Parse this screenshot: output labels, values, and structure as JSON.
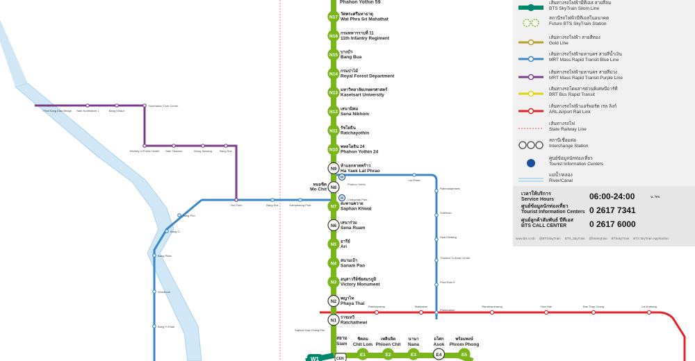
{
  "stations_n": [
    {
      "code": "N17",
      "th": "วัดพระศรีมหาธาตุ",
      "en": "Wat Phra Sri Mahathat"
    },
    {
      "code": "N16",
      "th": "กรมทหารราบที่ 11",
      "en": "11th Infantry Regiment"
    },
    {
      "code": "N15",
      "th": "บางบัว",
      "en": "Bang Bua"
    },
    {
      "code": "N14",
      "th": "กรมป่าไม้",
      "en": "Royal Forest Department"
    },
    {
      "code": "N13",
      "th": "มหาวิทยาลัยเกษตรศาสตร์",
      "en": "Kasetsart University"
    },
    {
      "code": "N12",
      "th": "เสนานิคม",
      "en": "Sena Nikhom"
    },
    {
      "code": "N11",
      "th": "รัชโยธิน",
      "en": "Ratchayothin"
    },
    {
      "code": "N10",
      "th": "พหลโยธิน 24",
      "en": "Phahon Yothin 24"
    },
    {
      "code": "N9",
      "th": "ห้าแยกลาดพร้าว",
      "en": "Ha Yaek Lat Phrao"
    },
    {
      "code": "N8",
      "th": "หมอชิต",
      "en": "Mo Chit"
    },
    {
      "code": "N7",
      "th": "สะพานควาย",
      "en": "Saphan Khwai"
    },
    {
      "code": "N6",
      "th": "เสนาร่วม",
      "en": "Sena Ruam"
    },
    {
      "code": "N5",
      "th": "อารีย์",
      "en": "Ari"
    },
    {
      "code": "N4",
      "th": "สนามเป้า",
      "en": "Sanam Pao"
    },
    {
      "code": "N3",
      "th": "อนุสาวรีย์ชัยสมรภูมิ",
      "en": "Victory Monument"
    },
    {
      "code": "N2",
      "th": "พญาไท",
      "en": "Phaya Thai"
    },
    {
      "code": "N1",
      "th": "ราชเทวี",
      "en": "Ratchathewi"
    }
  ],
  "top_partial_label": "Phahon Yothin 59",
  "stations_e": [
    {
      "code": "E1",
      "th": "ชิดลม",
      "en": "Chit Lom"
    },
    {
      "code": "E2",
      "th": "เพลินจิต",
      "en": "Phloen Chit"
    },
    {
      "code": "E3",
      "th": "นานา",
      "en": "Nana"
    },
    {
      "code": "E4",
      "th": "อโศก",
      "en": "Asok"
    },
    {
      "code": "E5",
      "th": "พร้อมพงษ์",
      "en": "Phrom Phong"
    }
  ],
  "siam": {
    "th": "สยาม",
    "en": "Siam",
    "code_w": "W1",
    "code_cen": "CEN"
  },
  "purple_stations": [
    "Yaek Nonthaburi 1",
    "Bang Krasor",
    "Nonthaburi Civic Center",
    "Ministry of Public Health",
    "Yaek Tiwanon",
    "Wong Sawang",
    "Bang Son",
    "Tao Poon"
  ],
  "purple_partial_left": "Phra Nang Klao Bridge",
  "blue_west_stations": [
    "Bang Pho",
    "Bang O",
    "Bang Phlat",
    "Sirindhorn",
    "Bang Yi Khan"
  ],
  "blue_east_stations": [
    "Bang Sue",
    "Kamphaeng Phet",
    "Chatuchak Park",
    "Phahon Yothin",
    "Lat Phrao",
    "Ratchadaphisek",
    "Sutthisan",
    "Huai Khwang",
    "Thailand Cultural Centre",
    "Phra Ram 9",
    "Phetchaburi"
  ],
  "arl_stations": [
    "Ratchaprarop",
    "Makkasan",
    "Ramkhamhaeng",
    "Hua Mak",
    "Ban Thap Chang",
    "Lat Krabang"
  ],
  "saphan_hua_chang": "Saphan Hua Chang Pier",
  "mrt_markers": [
    "M",
    "M"
  ],
  "legend": {
    "items": [
      {
        "color": "#00856d",
        "text": "เส้นทางรถไฟฟ้าบีทีเอส สายสีลม\nBTS SkyTrain Silom Line"
      },
      {
        "color": "#7bb51c",
        "text": "สถานีรถไฟฟ้าบีทีเอสในอนาคต\nFuture BTS SkyTrain Station"
      },
      {
        "color": "#b89d27",
        "text": "เส้นทางรถไฟฟ้า สายสีทอง\nGold Line"
      },
      {
        "color": "#3a87c8",
        "text": "เส้นทางรถไฟฟ้ามหานคร สายสีน้ำเงิน\nMRT Mass Rapid Transit Blue Line"
      },
      {
        "color": "#7c3b8c",
        "text": "เส้นทางรถไฟฟ้ามหานคร สายสีม่วง\nMRT Mass Rapid Transit Purple Line"
      },
      {
        "color": "#e3d311",
        "text": "เส้นทางรถโดยสารด่วนพิเศษบีอาร์ที\nBRT Bus Rapid Transit"
      },
      {
        "color": "#e22128",
        "text": "เส้นทางรถไฟฟ้าแอร์พอร์ต เรล ลิงก์\nARL Airport Rail Link"
      },
      {
        "color": "#e22128",
        "text": "เส้นทางรถไฟ\nState Railway Line"
      },
      {
        "color": "#444444",
        "text": "สถานีเชื่อมต่อ\nInterchange Station"
      },
      {
        "color": "#1a4f9c",
        "text": "ศูนย์ข้อมูลนักท่องเที่ยว\nTourist Information Centers"
      },
      {
        "color": "#a9d3ee",
        "text": "แม่น้ำ/คลอง\nRiver/Canal"
      }
    ],
    "service_hours_label": "เวลาให้บริการ\nService Hours",
    "service_hours": "06:00-24:00",
    "service_hours_unit": "น. hrs.",
    "tic_label": "ศูนย์ข้อมูลนักท่องเที่ยว\nTourist Information Centers",
    "tic_phone": "0 2617 7341",
    "call_label": "ศูนย์ลูกค้าสัมพันธ์ บีทีเอส\nBTS CALL CENTER",
    "call_phone": "0 2617 6000",
    "socials": [
      "www.bts.co.th",
      "@BTSSkyTrain",
      "BTS_SkyTrain",
      "@btsskytrain",
      "BTSskyTrain",
      "BTS SkyTrain Application"
    ]
  }
}
